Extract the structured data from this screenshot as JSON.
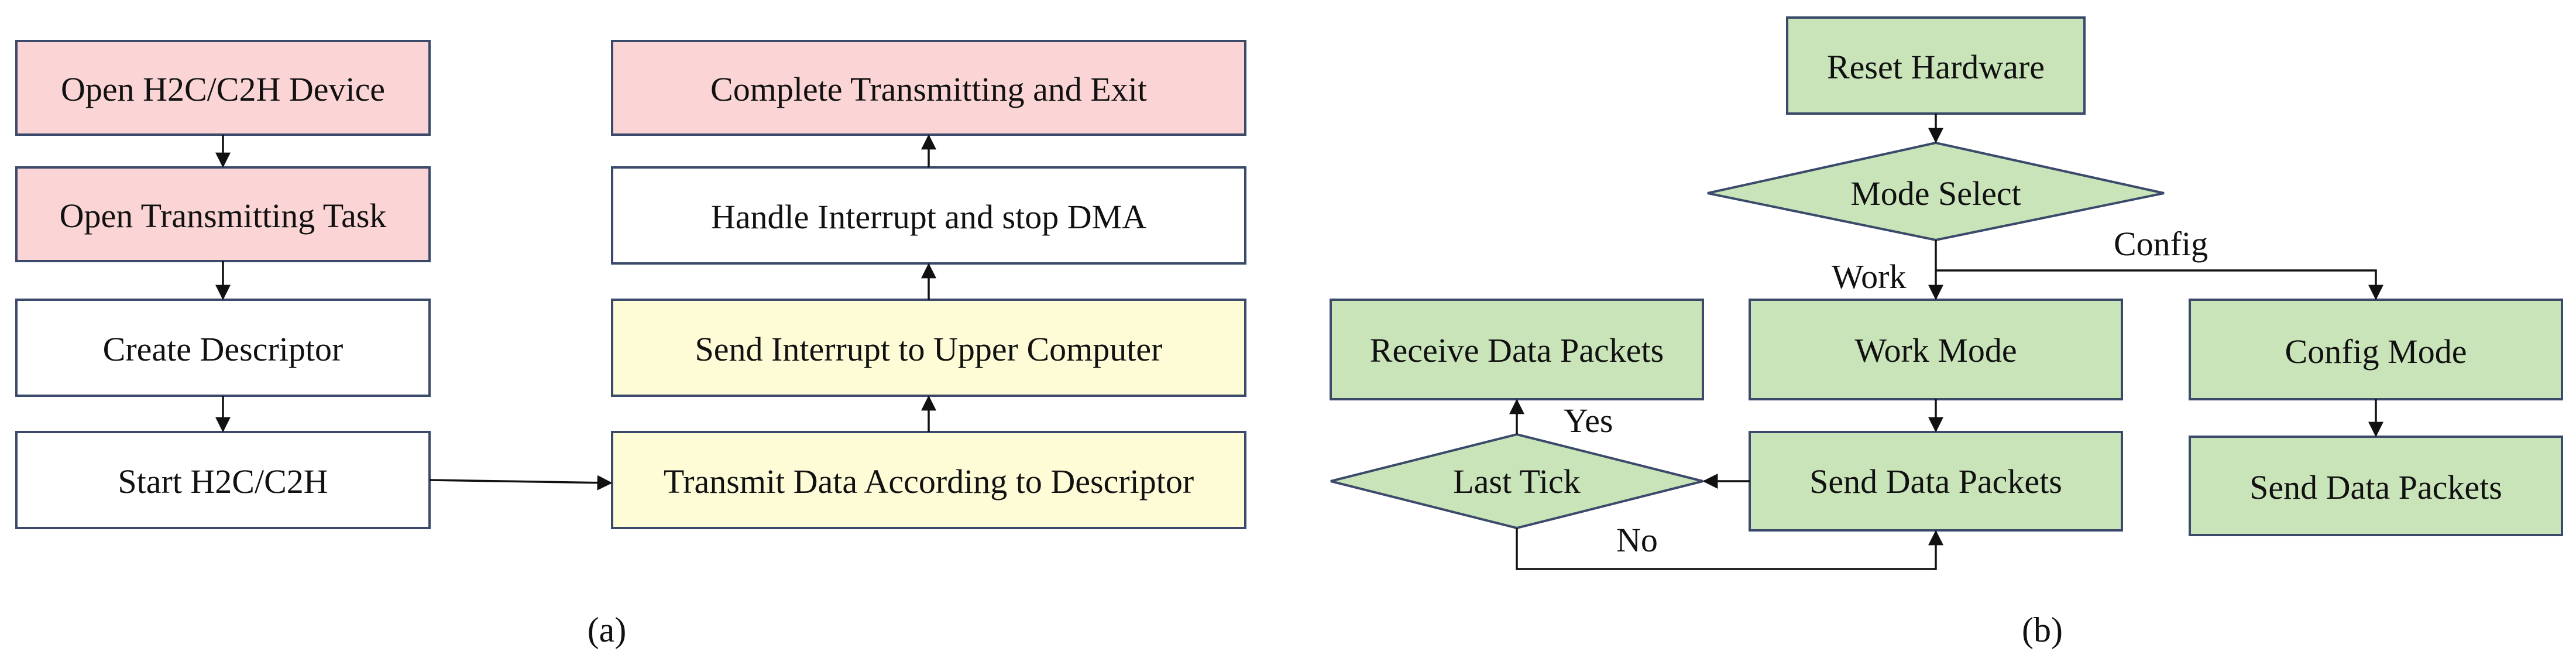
{
  "diagram_a": {
    "caption": "(a)",
    "nodes": {
      "open_device": "Open H2C/C2H Device",
      "open_task": "Open Transmitting Task",
      "create_descriptor": "Create Descriptor",
      "start_h2c": "Start H2C/C2H",
      "transmit_data": "Transmit Data According to Descriptor",
      "send_interrupt": "Send Interrupt to Upper Computer",
      "handle_interrupt": "Handle Interrupt and stop DMA",
      "complete_exit": "Complete Transmitting and Exit"
    }
  },
  "diagram_b": {
    "caption": "(b)",
    "nodes": {
      "reset_hardware": "Reset Hardware",
      "mode_select": "Mode Select",
      "work_mode": "Work Mode",
      "config_mode": "Config Mode",
      "send_packets_work": "Send Data Packets",
      "send_packets_config": "Send Data Packets",
      "last_tick": "Last Tick",
      "receive_packets": "Receive Data Packets"
    },
    "edge_labels": {
      "work": "Work",
      "config": "Config",
      "yes": "Yes",
      "no": "No"
    }
  },
  "colors": {
    "start_box": "#fbd5d5",
    "process_box": "#ffffff",
    "fpga_box": "#fefcd7",
    "mode_box": "#c9e4b9",
    "border": "#3b4a6b"
  }
}
